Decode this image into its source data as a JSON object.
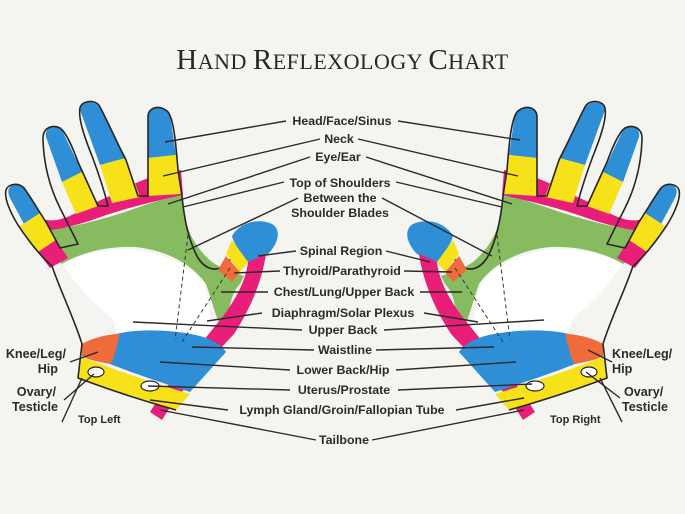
{
  "title": {
    "word1_initial": "H",
    "word1_rest": "AND",
    "word2_initial": "R",
    "word2_rest": "EFLEXOLOGY",
    "word3_initial": "C",
    "word3_rest": "HART",
    "full_text": "Hand Reflexology Chart"
  },
  "colors": {
    "background": "#f4f4f1",
    "head_sinus": "#2f8fd6",
    "neck_eye_ear": "#f7e21a",
    "shoulders_spine": "#e81e78",
    "chest_lung": "#86bc5f",
    "thyroid_knee": "#ef6b3a",
    "outline": "#2a2523"
  },
  "center_labels": [
    {
      "id": "head-face-sinus",
      "text": "Head/Face/Sinus"
    },
    {
      "id": "neck",
      "text": "Neck"
    },
    {
      "id": "eye-ear",
      "text": "Eye/Ear"
    },
    {
      "id": "top-of-shoulders",
      "text": "Top of Shoulders"
    },
    {
      "id": "between-shoulder-blades-1",
      "text": "Between the"
    },
    {
      "id": "between-shoulder-blades-2",
      "text": "Shoulder Blades"
    },
    {
      "id": "spinal-region",
      "text": "Spinal Region"
    },
    {
      "id": "thyroid-parathyroid",
      "text": "Thyroid/Parathyroid"
    },
    {
      "id": "chest-lung-upper-back",
      "text": "Chest/Lung/Upper Back"
    },
    {
      "id": "diaphragm-solar-plexus",
      "text": "Diaphragm/Solar Plexus"
    },
    {
      "id": "upper-back",
      "text": "Upper Back"
    },
    {
      "id": "waistline",
      "text": "Waistline"
    },
    {
      "id": "lower-back-hip",
      "text": "Lower Back/Hip"
    },
    {
      "id": "uterus-prostate",
      "text": "Uterus/Prostate"
    },
    {
      "id": "lymph-groin-fallopian",
      "text": "Lymph Gland/Groin/Fallopian Tube"
    },
    {
      "id": "tailbone",
      "text": "Tailbone"
    }
  ],
  "left_labels": {
    "knee_line1": "Knee/Leg/",
    "knee_line2": "Hip",
    "ovary_line1": "Ovary/",
    "ovary_line2": "Testicle",
    "corner": "Top Left"
  },
  "right_labels": {
    "knee_line1": "Knee/Leg/",
    "knee_line2": "Hip",
    "ovary_line1": "Ovary/",
    "ovary_line2": "Testicle",
    "corner": "Top Right"
  }
}
